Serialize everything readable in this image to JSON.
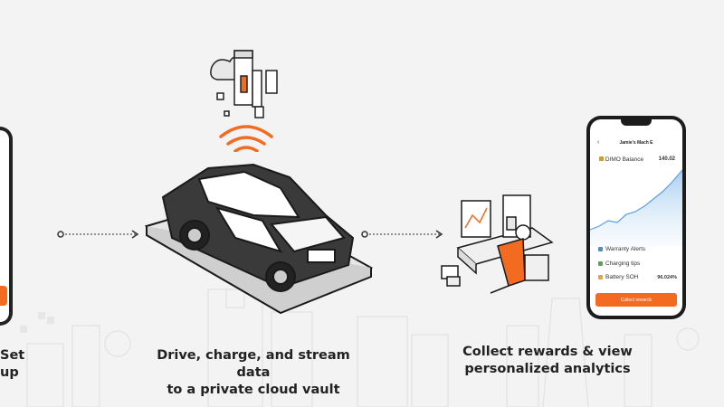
{
  "steps": {
    "step1": {
      "caption": "Set up"
    },
    "step2": {
      "caption_line1": "Drive, charge, and stream data",
      "caption_line2": "to a private cloud vault"
    },
    "step3": {
      "caption_line1": "Collect rewards & view",
      "caption_line2": "personalized analytics"
    }
  },
  "phone": {
    "header": "Jamie's Mach E",
    "balance_label": "DIMO Balance",
    "balance_value": "140.02",
    "items": [
      {
        "label": "Warranty Alerts",
        "icon": "warranty-icon",
        "color": "#4a90c2",
        "value": ""
      },
      {
        "label": "Charging tips",
        "icon": "charging-icon",
        "color": "#5aa05a",
        "value": ""
      },
      {
        "label": "Battery SOH",
        "icon": "battery-icon",
        "color": "#f0a030",
        "value": "96.024%"
      }
    ],
    "button_label": "Collect rewards"
  },
  "colors": {
    "accent": "#f26b21",
    "background": "#f3f3f3",
    "chart_line": "#5aa0e0"
  }
}
